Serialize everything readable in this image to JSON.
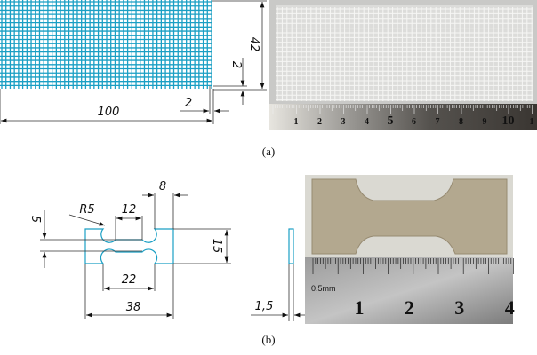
{
  "figure_a": {
    "caption": "(a)",
    "dimensions": {
      "width": "100",
      "height": "42",
      "spacing_h": "2",
      "spacing_v": "2"
    },
    "ruler_numbers": [
      "1",
      "2",
      "3",
      "4",
      "5",
      "6",
      "7",
      "8",
      "9",
      "10",
      "1"
    ]
  },
  "figure_b": {
    "caption": "(b)",
    "dimensions": {
      "total_length": "38",
      "gauge_length": "22",
      "neck_top": "12",
      "grip": "8",
      "radius": "R5",
      "neck_width": "5",
      "width": "15",
      "thickness": "1,5"
    },
    "ruler_label": "0.5mm",
    "ruler_numbers": [
      "1",
      "2",
      "3",
      "4"
    ]
  },
  "colors": {
    "drawing": "#1a9fc4"
  }
}
